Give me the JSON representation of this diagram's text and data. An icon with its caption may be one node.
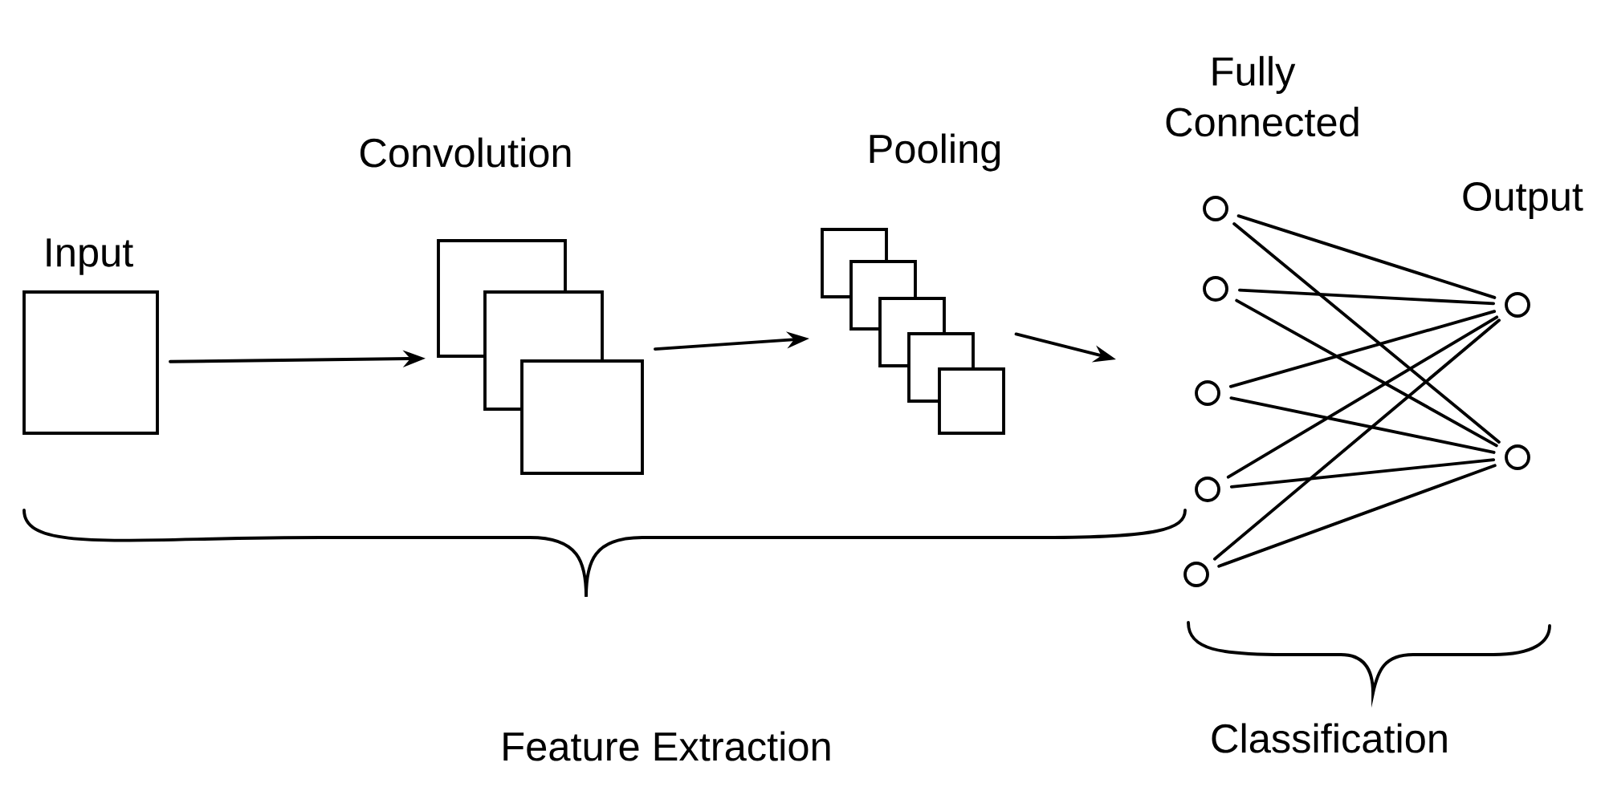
{
  "diagram": {
    "nodes": [
      {
        "text": [
          "Input"
        ]
      },
      {
        "text": [
          "Convolution"
        ]
      },
      {
        "text": [
          "Pooling"
        ]
      },
      {
        "text": [],
        "shape": "circle"
      },
      {
        "text": [],
        "shape": "circle"
      },
      {
        "text": [],
        "shape": "circle"
      },
      {
        "text": [],
        "shape": "circle"
      },
      {
        "text": [],
        "shape": "circle"
      },
      {
        "text": [],
        "shape": "circle"
      },
      {
        "text": [],
        "shape": "circle"
      }
    ],
    "edges": [
      {
        "from": 0,
        "to": 1,
        "arrow": "to"
      },
      {
        "from": 1,
        "to": 2,
        "arrow": "to"
      },
      {
        "from": 2,
        "to": null,
        "arrow": "to"
      },
      {
        "from": 3,
        "to": 8,
        "arrow": "none"
      },
      {
        "from": 3,
        "to": 9,
        "arrow": "none"
      },
      {
        "from": 4,
        "to": 8,
        "arrow": "none"
      },
      {
        "from": 4,
        "to": 9,
        "arrow": "none"
      },
      {
        "from": 5,
        "to": 8,
        "arrow": "none"
      },
      {
        "from": 5,
        "to": 9,
        "arrow": "none"
      },
      {
        "from": 6,
        "to": 8,
        "arrow": "none"
      },
      {
        "from": 6,
        "to": 9,
        "arrow": "none"
      },
      {
        "from": 7,
        "to": 8,
        "arrow": "none"
      },
      {
        "from": 7,
        "to": 9,
        "arrow": "none"
      }
    ],
    "labels": [
      "Fully Connected",
      "Output",
      "Feature Extraction",
      "Classification"
    ]
  }
}
